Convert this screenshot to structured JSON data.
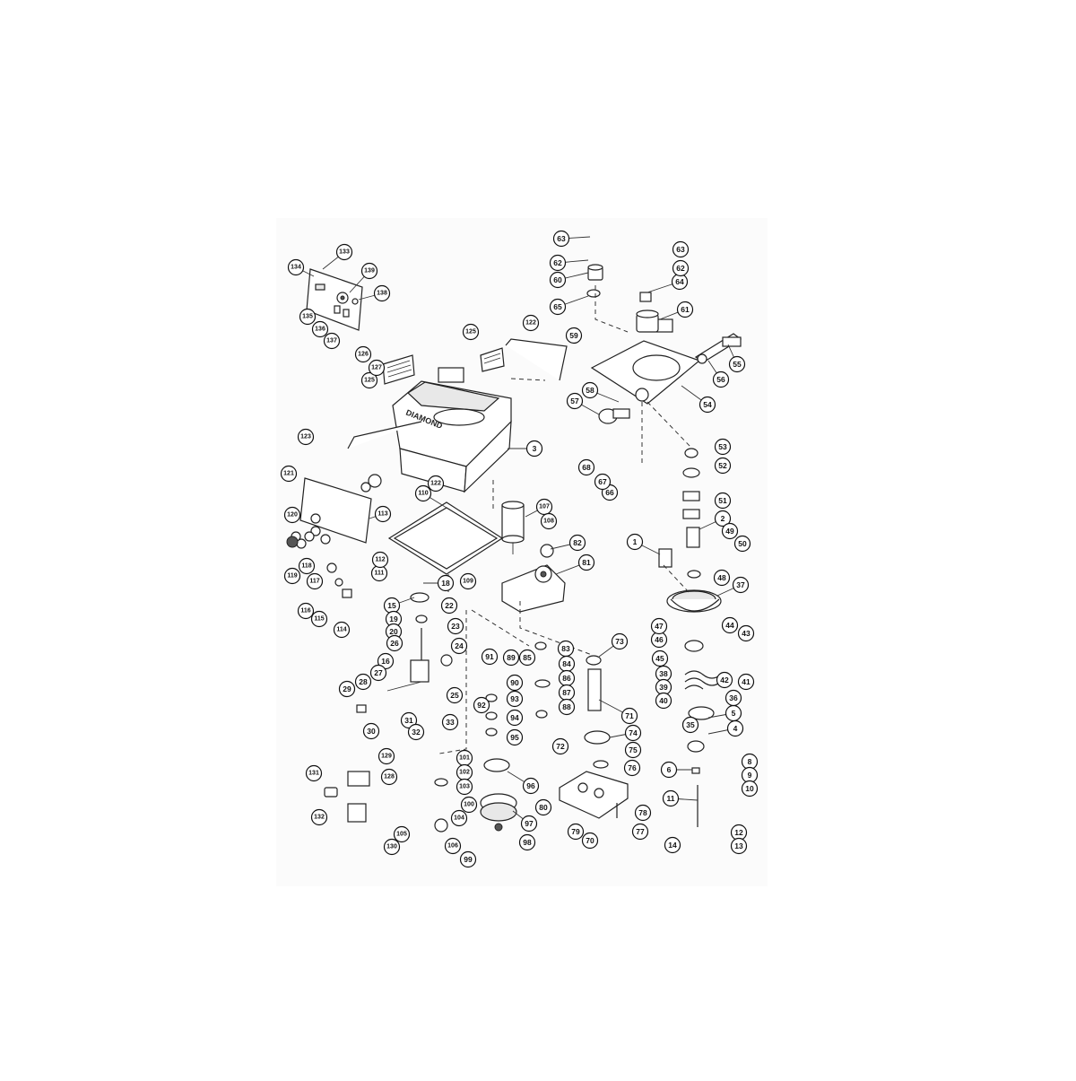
{
  "diagram": {
    "brand_text": "DIAMOND",
    "callouts": [
      "1",
      "2",
      "3",
      "5",
      "4",
      "6",
      "8",
      "9",
      "10",
      "11",
      "12",
      "13",
      "14",
      "15",
      "16",
      "18",
      "19",
      "20",
      "22",
      "23",
      "24",
      "25",
      "26",
      "27",
      "28",
      "29",
      "30",
      "31",
      "32",
      "33",
      "35",
      "36",
      "37",
      "38",
      "39",
      "40",
      "41",
      "42",
      "43",
      "44",
      "45",
      "46",
      "47",
      "48",
      "49",
      "50",
      "51",
      "52",
      "53",
      "54",
      "55",
      "56",
      "57",
      "58",
      "59",
      "60",
      "61",
      "62",
      "63",
      "64",
      "65",
      "66",
      "67",
      "68",
      "70",
      "71",
      "72",
      "73",
      "74",
      "75",
      "76",
      "77",
      "78",
      "79",
      "80",
      "81",
      "82",
      "83",
      "84",
      "85",
      "86",
      "87",
      "88",
      "89",
      "90",
      "91",
      "92",
      "93",
      "94",
      "95",
      "96",
      "97",
      "98",
      "99",
      "100",
      "101",
      "102",
      "103",
      "104",
      "105",
      "106",
      "107",
      "108",
      "109",
      "110",
      "111",
      "112",
      "113",
      "114",
      "115",
      "116",
      "117",
      "118",
      "119",
      "120",
      "121",
      "122",
      "123",
      "125",
      "126",
      "127",
      "128",
      "129",
      "130",
      "131",
      "132",
      "133",
      "134",
      "135",
      "136",
      "137",
      "138",
      "139"
    ]
  }
}
